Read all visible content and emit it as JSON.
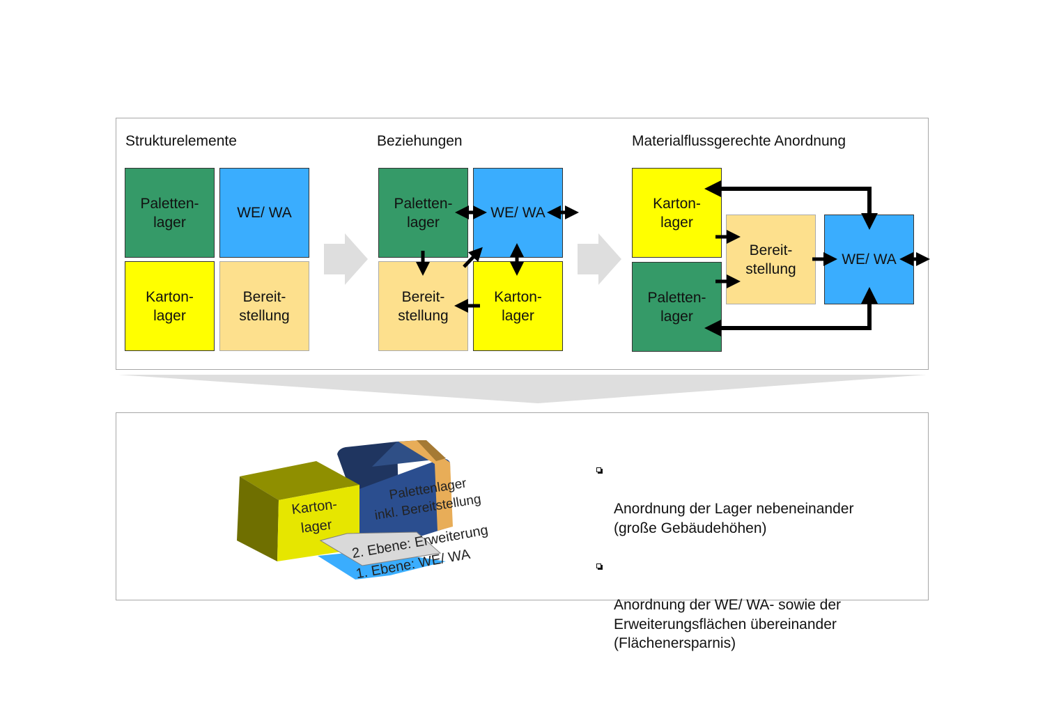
{
  "colors": {
    "green": "#359a68",
    "blue": "#3aadfe",
    "yellow": "#ffff00",
    "beige": "#fde08d",
    "arrow_gray": "#dedede",
    "flow_arrow": "#000000"
  },
  "sections": {
    "structure": {
      "title": "Strukturelemente",
      "blocks": {
        "pallet": "Paletten-\nlager",
        "wewa": "WE/ WA",
        "carton": "Karton-\nlager",
        "staging": "Bereit-\nstellung"
      }
    },
    "relations": {
      "title": "Beziehungen",
      "blocks": {
        "pallet": "Paletten-\nlager",
        "wewa": "WE/ WA",
        "staging": "Bereit-\nstellung",
        "carton": "Karton-\nlager"
      }
    },
    "arrangement": {
      "title": "Materialflussgerechte Anordnung",
      "blocks": {
        "carton": "Karton-\nlager",
        "pallet": "Paletten-\nlager",
        "staging": "Bereit-\nstellung",
        "wewa": "WE/ WA"
      }
    }
  },
  "illustration": {
    "carton_label": "Karton-\nlager",
    "pallet_label": "Palettenlager\ninkl. Bereitstellung",
    "level2_label": "2. Ebene: Erweiterung",
    "level1_label": "1. Ebene: WE/ WA"
  },
  "bullets": [
    "Anordnung der Lager nebeneinander\n(große Gebäudehöhen)",
    "Anordnung der WE/ WA- sowie der\nErweiterungsflächen übereinander\n(Flächenersparnis)"
  ]
}
